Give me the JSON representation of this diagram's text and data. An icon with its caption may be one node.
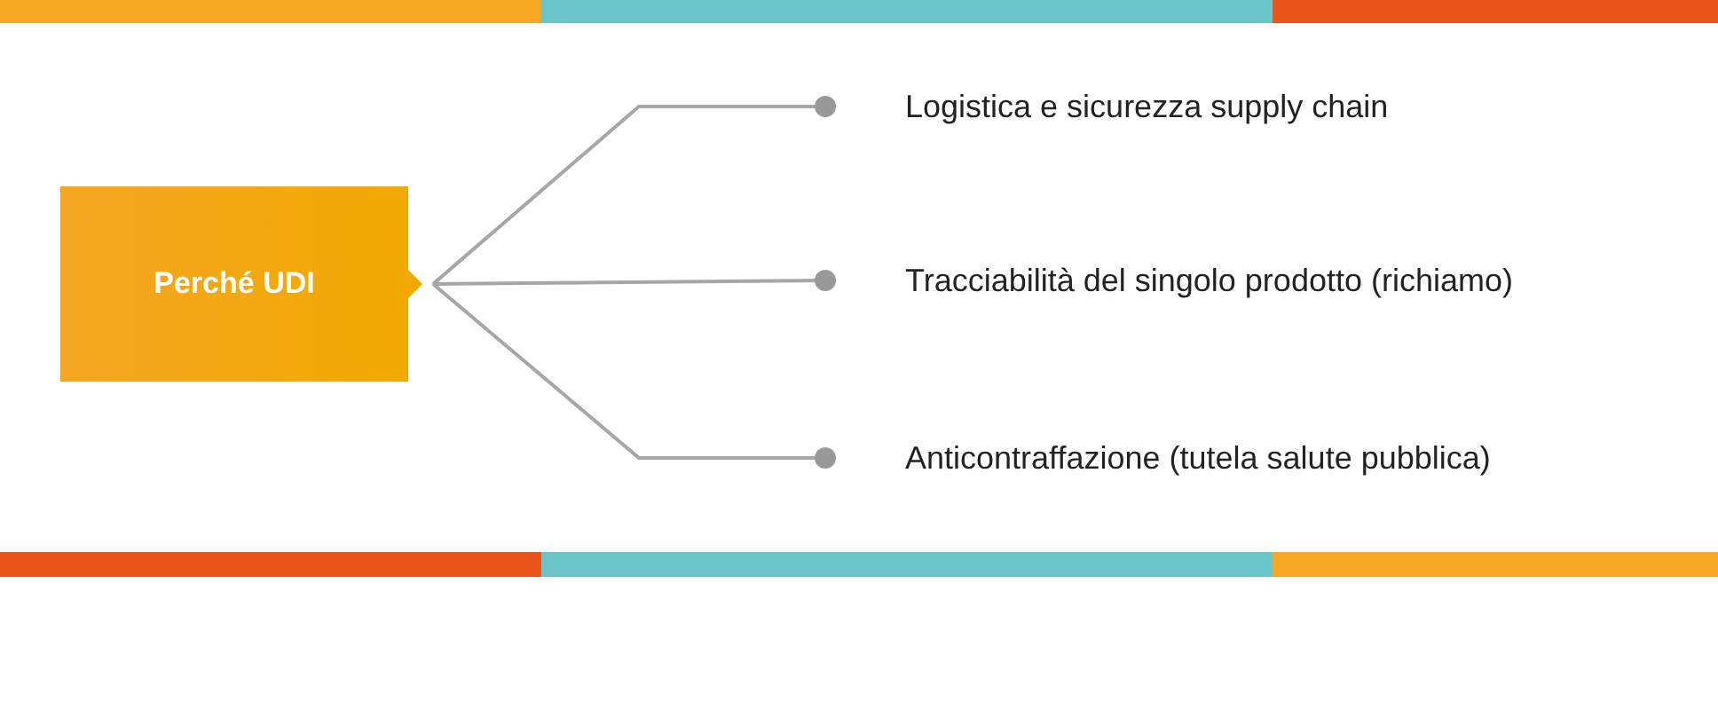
{
  "diagram": {
    "nodes": [
      {
        "text": [
          "Perché UDI"
        ]
      },
      {
        "text": [
          "Logistica e sicurezza supply chain"
        ]
      },
      {
        "text": [
          "Tracciabilità del singolo prodotto (richiamo)"
        ]
      },
      {
        "text": [
          "Anticontraffazione (tutela salute pubblica)"
        ]
      }
    ],
    "edges": [
      {
        "from": 0,
        "to": 1,
        "arrow": "other"
      },
      {
        "from": 0,
        "to": 2,
        "arrow": "other"
      },
      {
        "from": 0,
        "to": 3,
        "arrow": "other"
      }
    ]
  }
}
